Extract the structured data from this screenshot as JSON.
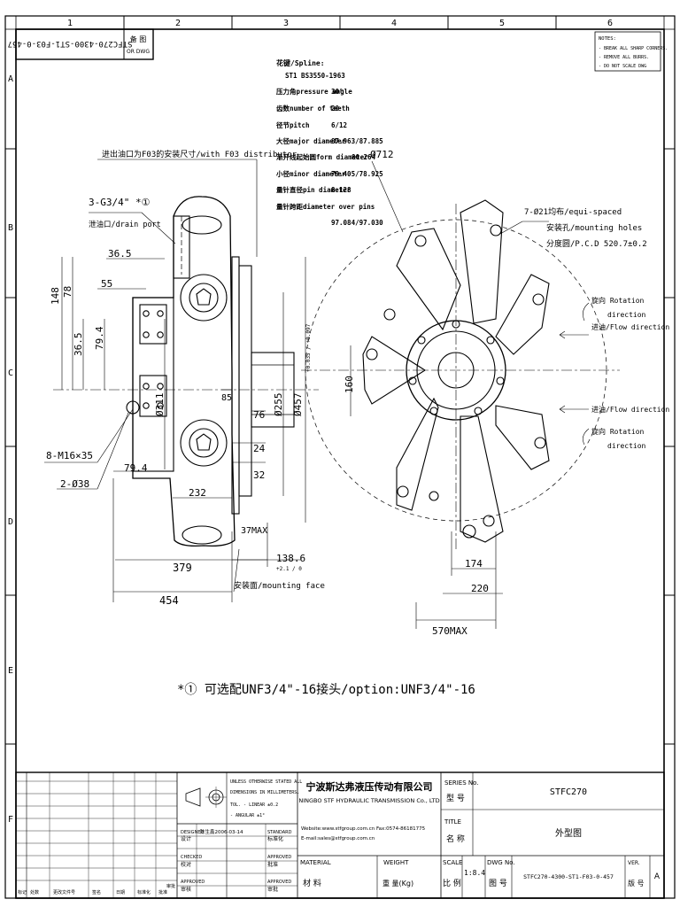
{
  "border": {
    "columns": [
      "1",
      "2",
      "3",
      "4",
      "5",
      "6"
    ],
    "rows": [
      "A",
      "B",
      "C",
      "D",
      "E",
      "F"
    ]
  },
  "top_left_box": {
    "mirrored_drawing_no": "STFC270-4300-ST1-F03-0-457",
    "label_cn": "备 图",
    "label_en": "OR DWG"
  },
  "notes": {
    "title": "NOTES:",
    "lines": [
      "- BREAK ALL SHARP CORNERS.",
      "- REMOVE ALL BURRS.",
      "- DO NOT SCALE DWG"
    ]
  },
  "spline": {
    "title": "花键/Spline:",
    "standard": "ST1  BS3550-1963",
    "rows": [
      {
        "label": "压力角pressure angle",
        "value": "30°"
      },
      {
        "label": "齿数number of teeth",
        "value": "20"
      },
      {
        "label": "径节pitch",
        "value": "6/12"
      },
      {
        "label": "大径major diameter",
        "value": "87.963/87.885"
      },
      {
        "label": "渐开线起始圆form diameter",
        "value": "80.264"
      },
      {
        "label": "小径minor diameter",
        "value": "79.405/78.925"
      },
      {
        "label": "量针直径pin diameter",
        "value": "8.128"
      },
      {
        "label": "量针跨距diameter over pins",
        "value": ""
      }
    ],
    "over_pins_value": "97.084/97.030"
  },
  "callouts": {
    "distributor": "进出油口为F03的安装尺寸/with F03 distributor",
    "drain_thread": "3-G3/4\" *①",
    "drain_label": "泄油口/drain port",
    "bolts": "8-M16×35",
    "holes": "2-Ø38",
    "mounting_face": "安装面/mounting face",
    "equi_spaced": "7-Ø21均布/equi-spaced",
    "mounting_holes": "安装孔/mounting holes",
    "pcd": "分度圆/P.C.D 520.7±0.2",
    "rotation_a_1": "旋向 Rotation",
    "rotation_a_2": "direction",
    "flow_a": "进油/Flow direction",
    "flow_b": "进油/Flow direction",
    "rotation_b_1": "旋向 Rotation",
    "rotation_b_2": "direction",
    "option_note": "*① 可选配UNF3/4\"-16接头/option:UNF3/4\"-16"
  },
  "dims": {
    "d_36_5_top": "36.5",
    "d_55": "55",
    "d_148": "148",
    "d_78": "78",
    "d_36_5_side": "36.5",
    "d_79_4_v": "79.4",
    "d_311": "Ø311",
    "d_85": "85",
    "d_255": "Ø255",
    "d_457": "Ø457",
    "d_457_tol": "+0.035 / +0.097",
    "d_76": "76",
    "d_24": "24",
    "d_32": "32",
    "d_79_4_h": "79.4",
    "d_232": "232",
    "d_37max": "37MAX",
    "d_379": "379",
    "d_138_6": "138.6",
    "d_138_6_tol": "+2.1 / 0",
    "d_454": "454",
    "d_712": "Ø712",
    "d_160": "160",
    "d_174": "174",
    "d_220": "220",
    "d_570max": "570MAX"
  },
  "title_block": {
    "tolerance_lines": [
      "UNLESS OTHERWISE STATED ALL",
      "DIMENSIONS IN MILLIMETERS.",
      "TOL.   - LINEAR ±0.2",
      "       - ANGULAR ±1°"
    ],
    "company_cn": "宁波斯达弗液压传动有限公司",
    "company_en": "NINGBO STF HYDRAULIC TRANSMISSION Co., LTD",
    "website": "Website:www.stfgroup.com.cn  Fax:0574-86181775",
    "email": "E-mail:sales@stfgroup.com.cn",
    "series_label_en": "SERIES No.",
    "series_label_cn": "型  号",
    "series_value": "STFC270",
    "title_label_en": "TITLE",
    "title_label_cn": "名  称",
    "title_value": "外型图",
    "material_en": "MATERIAL",
    "material_cn": "材 料",
    "weight_en": "WEIGHT",
    "weight_cn": "重 量(Kg)",
    "scale_en": "SCALE",
    "scale_cn": "比 例",
    "scale_value": "1:8.4",
    "dwg_en": "DWG No.",
    "dwg_cn": "图 号",
    "dwg_value": "STFC270-4300-ST1-F03-0-457",
    "ver_en": "VER.",
    "ver_cn": "版 号",
    "ver_value": "A",
    "signers": [
      {
        "cn": "设计",
        "en": "DESIGNED",
        "name": "陈生鑫2006-03-14"
      },
      {
        "cn": "校对",
        "en": "CHECKED",
        "name": ""
      },
      {
        "cn": "审核",
        "en": "APPROVED",
        "name": ""
      }
    ],
    "sign_right": [
      {
        "cn": "标准化",
        "en": "STANDARD"
      },
      {
        "cn": "批准",
        "en": "APPROVED"
      },
      {
        "cn": "审批",
        "en": "APPROVED"
      }
    ],
    "revision_headers": [
      "标记",
      "处数",
      "更改文件号",
      "签名",
      "日期",
      "标准化",
      "批准",
      "审批"
    ]
  }
}
